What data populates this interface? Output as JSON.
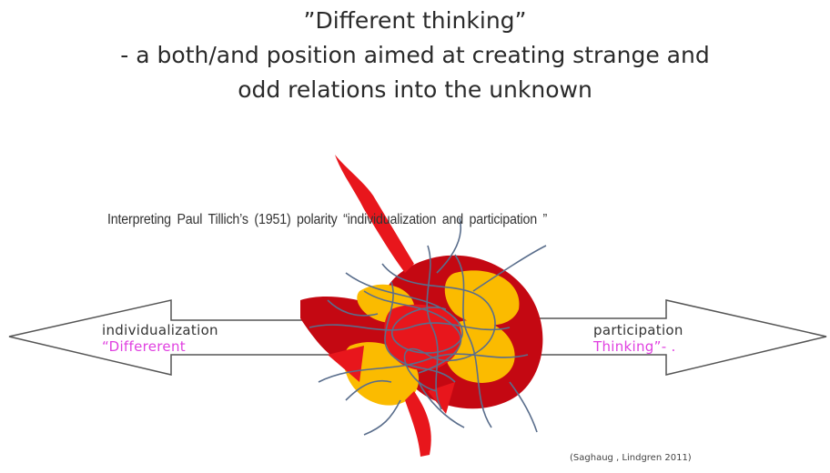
{
  "title": {
    "line1": "”Different thinking”",
    "line2": "- a both/and position aimed at creating strange and",
    "line3": "odd relations into the unknown"
  },
  "subtitle": "Interpreting Paul Tillich’s (1951) polarity “individualization and participation ”",
  "left_arrow": {
    "label": "individualization",
    "sublabel": "“Differerent"
  },
  "right_arrow": {
    "label": "participation",
    "sublabel": "Thinking”-  ."
  },
  "citation": "(Saghaug , Lindgren 2011)",
  "colors": {
    "red": "#e8161c",
    "dark_red": "#c40812",
    "orange": "#fbbb00",
    "line": "#5a6e8c",
    "pink": "#e040e0"
  }
}
